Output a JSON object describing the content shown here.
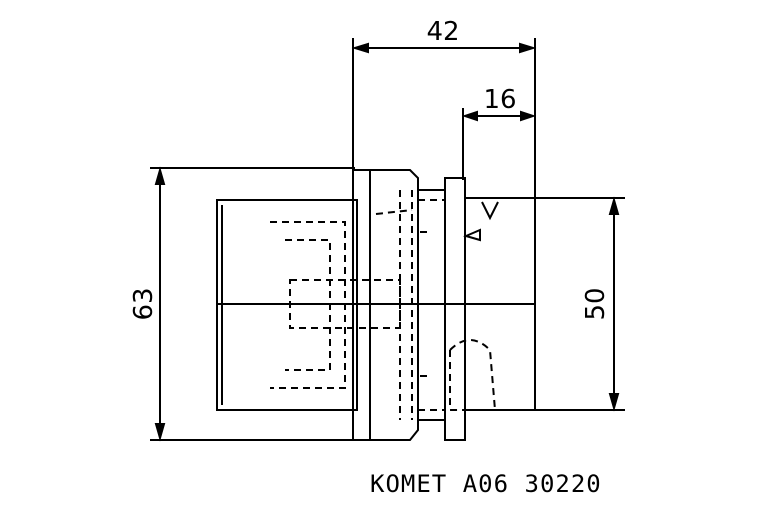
{
  "drawing": {
    "dim_top_width": "42",
    "dim_flange_width": "16",
    "dim_left_height": "63",
    "dim_right_height": "50"
  },
  "caption": "KOMET A06 30220"
}
